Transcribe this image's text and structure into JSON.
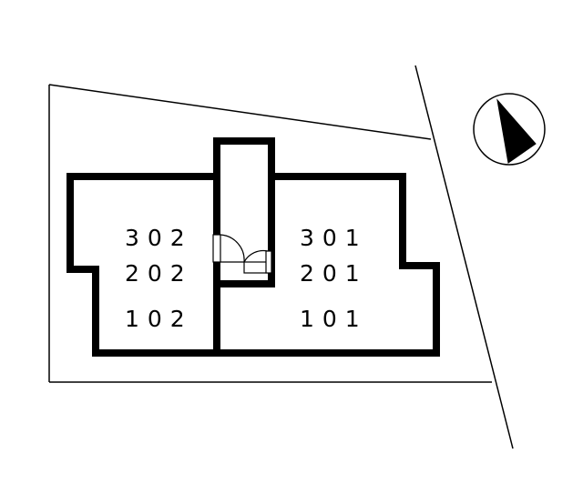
{
  "site_plan": {
    "west_building": {
      "units": [
        "302",
        "202",
        "102"
      ]
    },
    "east_building": {
      "units": [
        "301",
        "201",
        "101"
      ]
    },
    "compass": {
      "icon": "north-arrow-icon",
      "direction": "north"
    },
    "colors": {
      "line": "#000000",
      "background": "#ffffff"
    }
  }
}
